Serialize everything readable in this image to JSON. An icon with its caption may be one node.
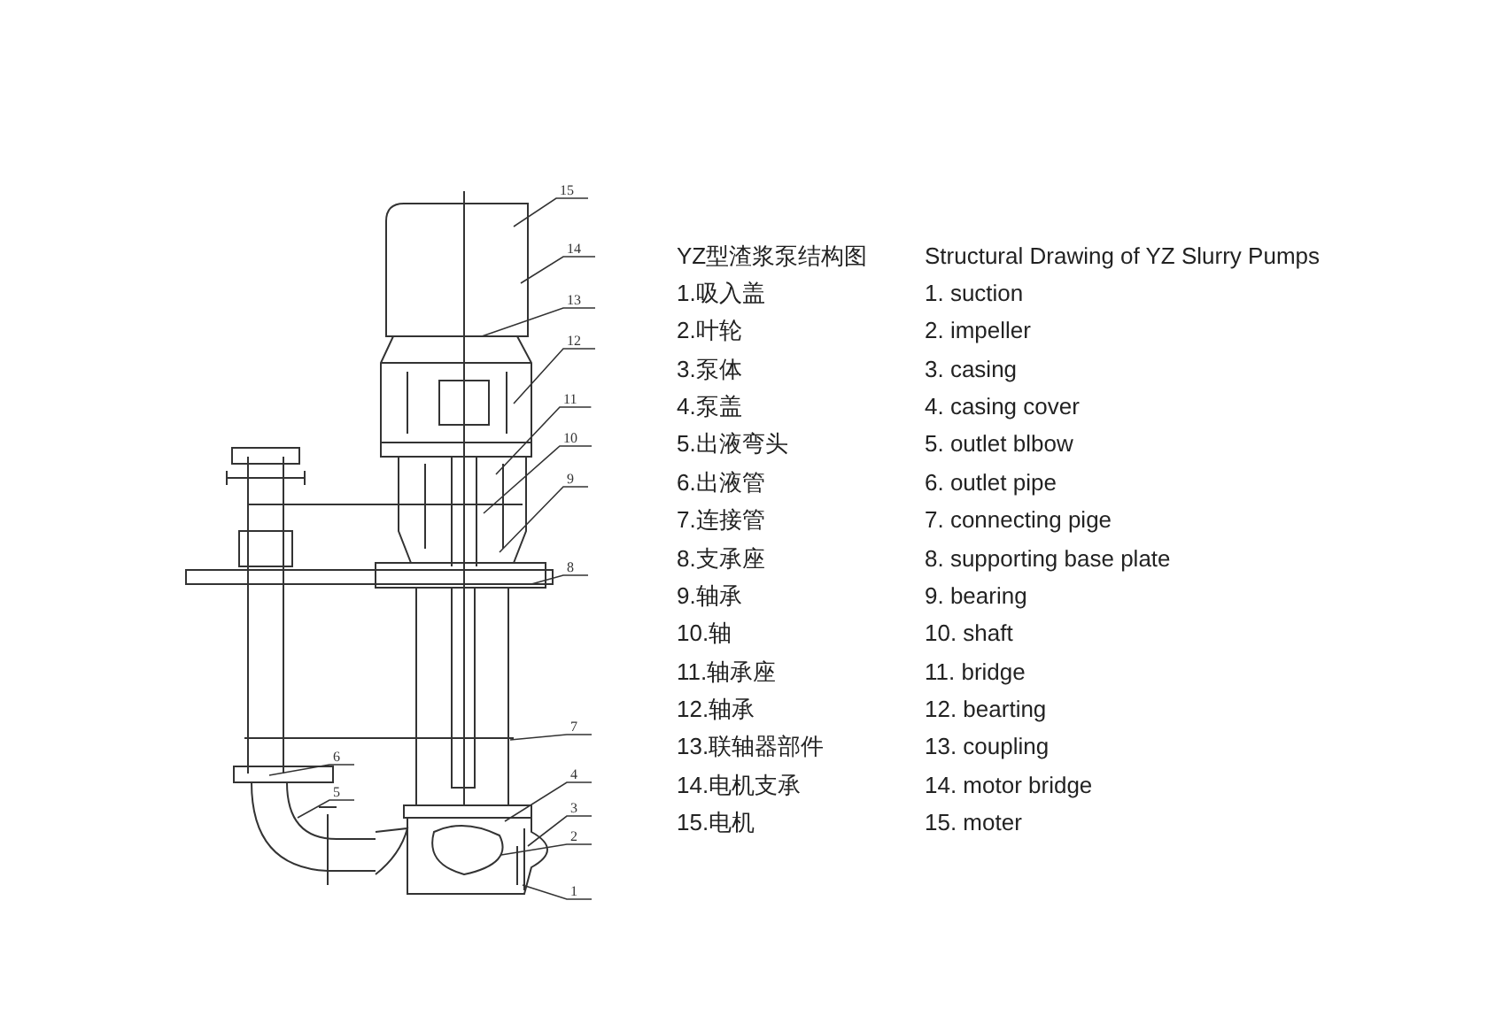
{
  "diagram": {
    "nodes": [
      {
        "text": [
          "15"
        ]
      },
      {
        "text": [
          "14"
        ]
      },
      {
        "text": [
          "13"
        ]
      },
      {
        "text": [
          "12"
        ]
      },
      {
        "text": [
          "11"
        ]
      },
      {
        "text": [
          "10"
        ]
      },
      {
        "text": [
          "9"
        ]
      },
      {
        "text": [
          "8"
        ]
      },
      {
        "text": [
          "7"
        ]
      },
      {
        "text": [
          "6"
        ]
      },
      {
        "text": [
          "4"
        ]
      },
      {
        "text": [
          "5"
        ]
      },
      {
        "text": [
          "3"
        ]
      },
      {
        "text": [
          "2"
        ]
      },
      {
        "text": [
          "1"
        ]
      }
    ],
    "edges": [
      {
        "from": 0,
        "to": null,
        "arrow": "none"
      },
      {
        "from": 1,
        "to": null,
        "arrow": "none"
      },
      {
        "from": 2,
        "to": null,
        "arrow": "none"
      },
      {
        "from": 3,
        "to": null,
        "arrow": "none"
      },
      {
        "from": 4,
        "to": null,
        "arrow": "none"
      },
      {
        "from": 5,
        "to": null,
        "arrow": "none"
      },
      {
        "from": 6,
        "to": null,
        "arrow": "none"
      },
      {
        "from": 7,
        "to": null,
        "arrow": "none"
      },
      {
        "from": 8,
        "to": null,
        "arrow": "none"
      },
      {
        "from": 9,
        "to": null,
        "arrow": "none"
      },
      {
        "from": 10,
        "to": null,
        "arrow": "none"
      },
      {
        "from": 11,
        "to": null,
        "arrow": "none"
      },
      {
        "from": 12,
        "to": null,
        "arrow": "none"
      },
      {
        "from": 13,
        "to": null,
        "arrow": "none"
      },
      {
        "from": 14,
        "to": null,
        "arrow": "none"
      }
    ],
    "labels": [
      "YZ型渣浆泵结构图",
      "Structural Drawing of YZ Slurry Pumps",
      "1.吸入盖",
      "1. suction",
      "2.叶轮",
      "2. impeller",
      "3.泵体",
      "3. casing",
      "4.泵盖",
      "4. casing cover",
      "5.出液弯头",
      "5. outlet blbow",
      "6.出液管",
      "6. outlet pipe",
      "7.连接管",
      "7. connecting pige",
      "8.支承座",
      "8. supporting base plate",
      "9.轴承",
      "9. bearing",
      "10.轴",
      "10. shaft",
      "11.轴承座",
      "11. bridge",
      "12.轴承",
      "12. bearting",
      "13.联轴器部件",
      "13. coupling",
      "14.电机支承",
      "14. motor bridge",
      "15.电机",
      "15. moter"
    ]
  }
}
